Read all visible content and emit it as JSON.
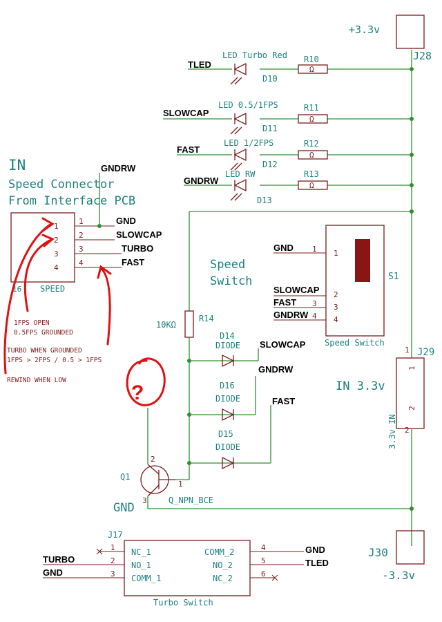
{
  "connector": {
    "title_in": "IN",
    "title_line2": "Speed Connector",
    "title_line3": "From Interface PCB",
    "name": "SPEED",
    "ref": "16",
    "pins": [
      "1",
      "2",
      "3",
      "4"
    ],
    "nets": [
      "GND",
      "SLOWCAP",
      "TURBO",
      "FAST"
    ],
    "top_net": "GNDRW"
  },
  "leds": [
    {
      "net": "TLED",
      "label": "LED Turbo Red",
      "ref": "D10",
      "res": "R10"
    },
    {
      "net": "SLOWCAP",
      "label": "LED 0.5/1FPS",
      "ref": "D11",
      "res": "R11"
    },
    {
      "net": "FAST",
      "label": "LED 1/2FPS",
      "ref": "D12",
      "res": "R12"
    },
    {
      "net": "GNDRW",
      "label": "LED RW",
      "ref": "D13",
      "res": "R13"
    }
  ],
  "resistor_symbol": "Ω",
  "power_top": {
    "label": "+3.3v",
    "ref": "J28"
  },
  "power_bottom": {
    "label": "-3.3v",
    "ref": "J30"
  },
  "switch": {
    "title_line1": "Speed",
    "title_line2": "Switch",
    "ref": "S1",
    "name": "Speed Switch",
    "pins": [
      "1",
      "2",
      "3",
      "4"
    ],
    "nets": [
      "GND",
      "SLOWCAP",
      "FAST",
      "GNDRW"
    ]
  },
  "r14": {
    "ref": "R14",
    "value": "10KΩ"
  },
  "diodes": [
    {
      "ref": "D14",
      "type": "DIODE",
      "net": "SLOWCAP",
      "net2": "GNDRW"
    },
    {
      "ref": "D16",
      "type": "DIODE"
    },
    {
      "ref": "D15",
      "type": "DIODE",
      "net": "FAST"
    }
  ],
  "transistor": {
    "ref": "Q1",
    "name": "Q_NPN_BCE",
    "gnd": "GND",
    "pins": [
      "1",
      "2",
      "3"
    ]
  },
  "j29": {
    "ref": "J29",
    "label": "IN 3.3v",
    "side_label": "3.3v IN",
    "pins": [
      "1",
      "2"
    ]
  },
  "turbo_switch": {
    "ref": "J17",
    "name": "Turbo Switch",
    "left_pins": [
      {
        "n": "1",
        "label": "NC_1",
        "net": ""
      },
      {
        "n": "2",
        "label": "NO_1",
        "net": "TURBO"
      },
      {
        "n": "3",
        "label": "COMM_1",
        "net": "GND"
      }
    ],
    "right_pins": [
      {
        "n": "4",
        "label": "COMM_2",
        "net": "GND"
      },
      {
        "n": "5",
        "label": "NO_2",
        "net": "TLED"
      },
      {
        "n": "6",
        "label": "NC_2",
        "net": ""
      }
    ]
  },
  "annotations": {
    "note1": "1FPS OPEN",
    "note2": "0.5FPS GROUNDED",
    "note3": "TURBO WHEN GROUNDED",
    "note4": "1FPS > 2FPS / 0.5 > 1FPS",
    "note5": "REWIND WHEN LOW",
    "question": "?"
  }
}
